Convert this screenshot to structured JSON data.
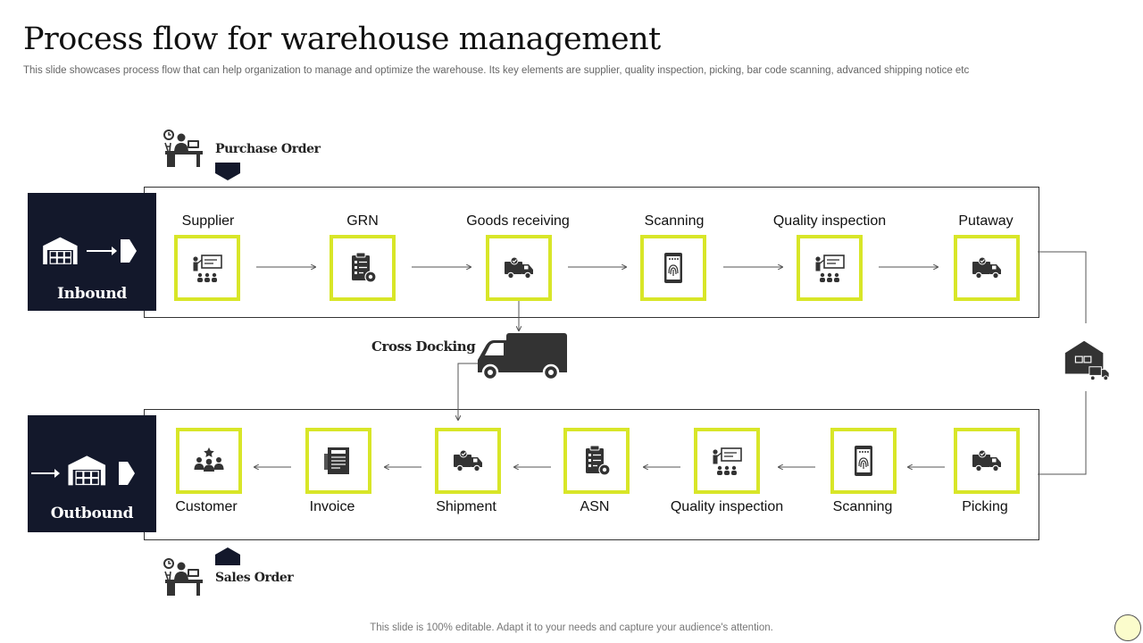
{
  "title": "Process flow for warehouse management",
  "subtitle": "This slide showcases process flow that can help organization to manage and optimize the warehouse. Its key elements are supplier, quality inspection, picking, bar code scanning, advanced shipping notice etc",
  "footer": "This slide is 100% editable. Adapt it to your needs and capture your audience's attention.",
  "purchase_order": "Purchase Order",
  "sales_order": "Sales Order",
  "cross_docking": "Cross Docking",
  "inbound": {
    "label": "Inbound",
    "steps": [
      {
        "label": "Supplier",
        "icon": "presentation-icon"
      },
      {
        "label": "GRN",
        "icon": "clipboard-gear-icon"
      },
      {
        "label": "Goods receiving",
        "icon": "delivery-truck-icon"
      },
      {
        "label": "Scanning",
        "icon": "fingerprint-phone-icon"
      },
      {
        "label": "Quality inspection",
        "icon": "presentation-icon"
      },
      {
        "label": "Putaway",
        "icon": "delivery-truck-icon"
      }
    ]
  },
  "outbound": {
    "label": "Outbound",
    "steps": [
      {
        "label": "Customer",
        "icon": "customers-icon"
      },
      {
        "label": "Invoice",
        "icon": "invoice-icon"
      },
      {
        "label": "Shipment",
        "icon": "delivery-truck-icon"
      },
      {
        "label": "ASN",
        "icon": "clipboard-gear-icon"
      },
      {
        "label": "Quality inspection",
        "icon": "presentation-icon"
      },
      {
        "label": "Scanning",
        "icon": "fingerprint-phone-icon"
      },
      {
        "label": "Picking",
        "icon": "delivery-truck-icon"
      }
    ]
  },
  "colors": {
    "accent": "#d8e628",
    "dark": "#13182b",
    "icon": "#3a3a3a"
  }
}
